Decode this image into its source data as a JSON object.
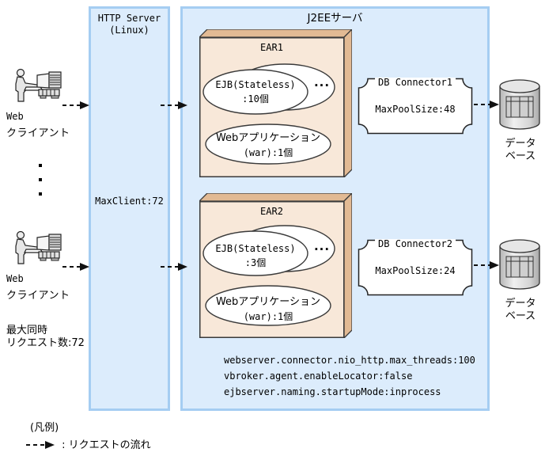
{
  "colors": {
    "box_fill": "#dcecfc",
    "box_border": "#a5cdf2",
    "ear_front": "#f8e8d9",
    "ear_side": "#e2ba94",
    "shape_outline": "#3a3a3a",
    "arrow": "#111111",
    "text": "#000000"
  },
  "icons": {
    "web_client": "person-at-computer",
    "database": "cylinder-with-table",
    "request_arrow": "dashed-arrow-right"
  },
  "clients": [
    {
      "label_line1": "Web",
      "label_line2": "クライアント"
    },
    {
      "label_line1": "Web",
      "label_line2": "クライアント"
    }
  ],
  "max_requests": {
    "line1": "最大同時",
    "line2": "リクエスト数:72"
  },
  "http_server": {
    "title_line1": "HTTP Server",
    "title_line2": "(Linux)",
    "max_client": "MaxClient:72"
  },
  "j2ee_server": {
    "title": "J2EEサーバ",
    "settings": [
      "webserver.connector.nio_http.max_threads:100",
      "vbroker.agent.enableLocator:false",
      "ejbserver.naming.startupMode:inprocess"
    ]
  },
  "ears": [
    {
      "title": "EAR1",
      "ejb_line1": "EJB(Stateless)",
      "ejb_line2": ":10個",
      "dots": "...",
      "war_line1": "Webアプリケーション",
      "war_line2": "(war):1個"
    },
    {
      "title": "EAR2",
      "ejb_line1": "EJB(Stateless)",
      "ejb_line2": ":3個",
      "dots": "...",
      "war_line1": "Webアプリケーション",
      "war_line2": "(war):1個"
    }
  ],
  "connectors": [
    {
      "title": "DB Connector1",
      "pool": "MaxPoolSize:48"
    },
    {
      "title": "DB Connector2",
      "pool": "MaxPoolSize:24"
    }
  ],
  "databases": [
    {
      "label_line1": "データ",
      "label_line2": "ベース"
    },
    {
      "label_line1": "データ",
      "label_line2": "ベース"
    }
  ],
  "legend": {
    "title": "(凡例)",
    "entry": ": リクエストの流れ"
  }
}
